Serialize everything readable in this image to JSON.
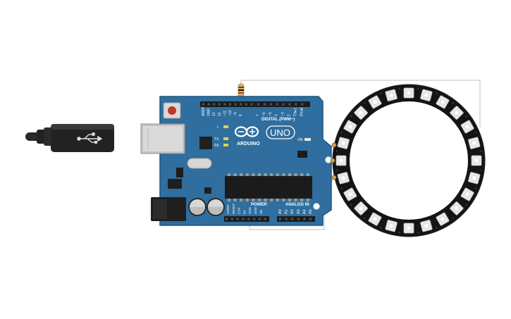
{
  "board": {
    "brand": "ARDUINO",
    "model": "UNO",
    "header_digital": "DIGITAL (PWM~)",
    "header_power": "POWER",
    "header_analog": "ANALOG IN",
    "on_label": "ON",
    "led_l": "L",
    "led_tx": "TX",
    "led_rx": "RX",
    "digital_pins": [
      "AREF",
      "GND",
      "13",
      "12",
      "~11",
      "~10",
      "~9",
      "8",
      "7",
      "~6",
      "~5",
      "4",
      "~3",
      "2",
      "TX▸1",
      "RX◂0"
    ],
    "power_pins": [
      "IOREF",
      "RESET",
      "3.3V",
      "5V",
      "GND",
      "GND",
      "Vin"
    ],
    "analog_pins": [
      "A0",
      "A1",
      "A2",
      "A3",
      "A4",
      "A5"
    ]
  },
  "ring": {
    "pixel_count": 24
  },
  "colors": {
    "board": "#2f6e9e",
    "board_edge": "#1f557e",
    "header": "#1c1c1c",
    "ring": "#141414",
    "pixel": "#e9e9e9",
    "wire": "#c8c8c8",
    "reset_button": "#c0392b"
  }
}
